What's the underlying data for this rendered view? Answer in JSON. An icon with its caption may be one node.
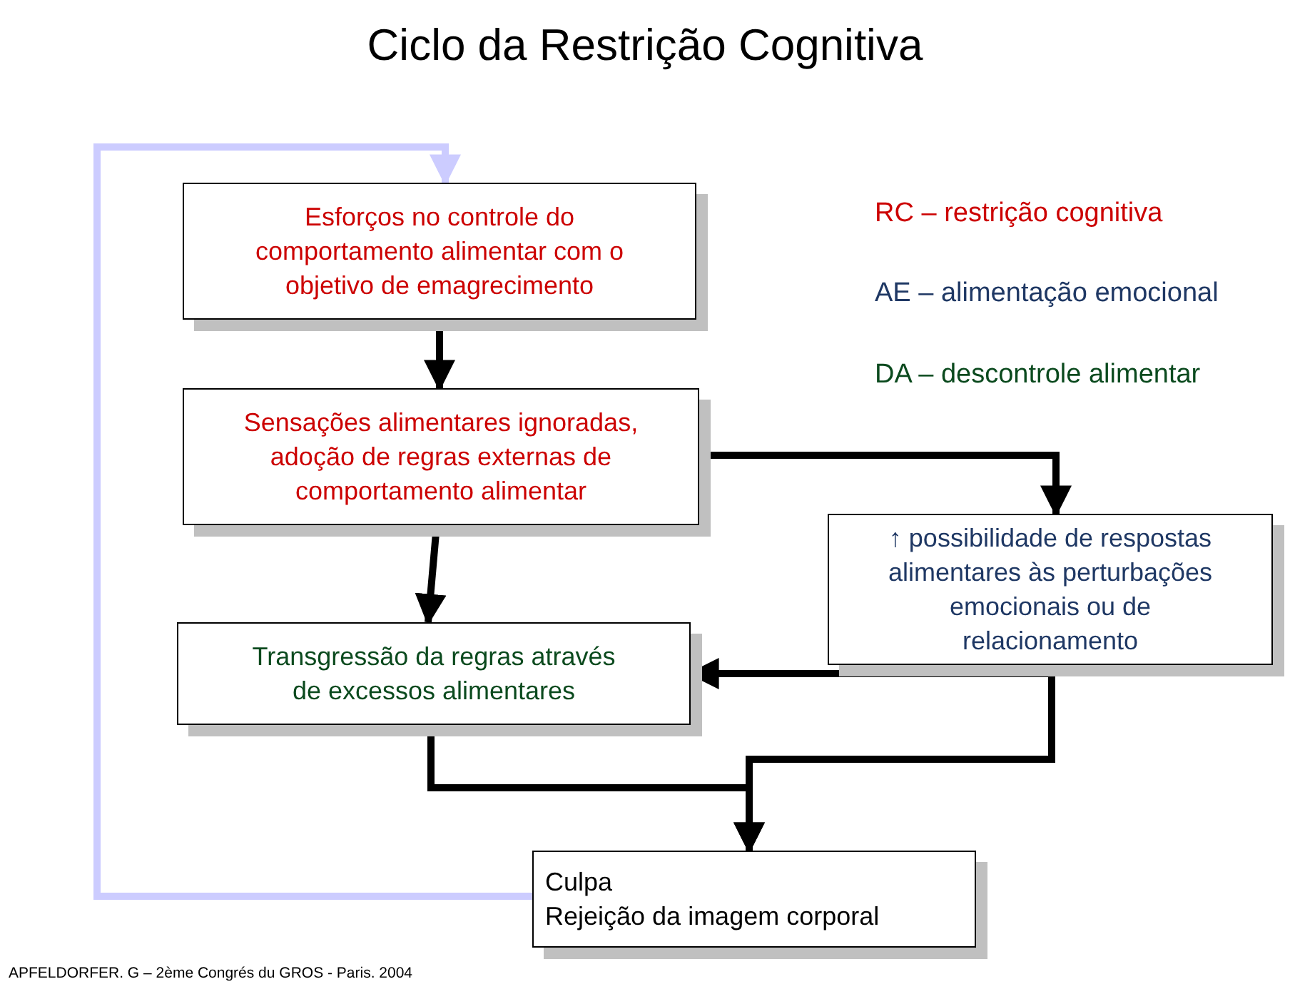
{
  "diagram": {
    "title": "Ciclo da Restrição Cognitiva",
    "nodes": [
      {
        "text": [
          "Esforços no controle do comportamento alimentar com o objetivo de emagrecimento"
        ]
      },
      {
        "text": [
          "Sensações alimentares ignoradas, adoção de regras externas de comportamento alimentar"
        ]
      },
      {
        "text": [
          "↑ possibilidade de respostas alimentares às perturbações emocionais ou de relacionamento"
        ]
      },
      {
        "text": [
          "Transgressão da regras através de excessos alimentares"
        ]
      },
      {
        "text": [
          "Culpa",
          "Rejeição da imagem corporal"
        ]
      }
    ],
    "edges": [
      {
        "from": 0,
        "to": 1,
        "arrow": "to"
      },
      {
        "from": 1,
        "to": 2,
        "arrow": "to"
      },
      {
        "from": 1,
        "to": 3,
        "arrow": "to"
      },
      {
        "from": 2,
        "to": 3,
        "arrow": "to"
      },
      {
        "from": 3,
        "to": 4,
        "arrow": "to"
      },
      {
        "from": 2,
        "to": 4,
        "arrow": "to"
      },
      {
        "from": 4,
        "to": 0,
        "arrow": "to",
        "color": "#ccccff"
      }
    ],
    "labels": [
      "RC – restrição cognitiva",
      "AE – alimentação emocional",
      "DA – descontrole alimentar",
      "APFELDORFER. G – 2ème Congrés du GROS - Paris. 2004"
    ]
  }
}
